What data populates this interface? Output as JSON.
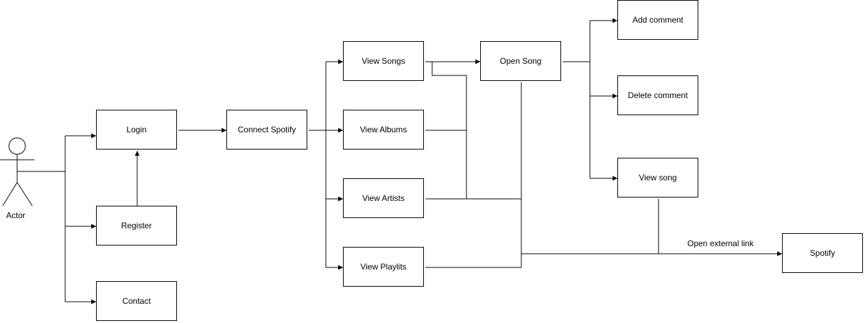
{
  "diagram": {
    "actor": "Actor",
    "nodes": {
      "login": "Login",
      "register": "Register",
      "contact": "Contact",
      "connect_spotify": "Connect Spotify",
      "view_songs": "View Songs",
      "view_albums": "View Albums",
      "view_artists": "View Artists",
      "view_playlits": "View Playlits",
      "open_song": "Open Song",
      "add_comment": "Add comment",
      "delete_comment": "Delete comment",
      "view_song": "View song",
      "spotify": "Spotify"
    },
    "edge_labels": {
      "open_external_link": "Open external link"
    }
  }
}
